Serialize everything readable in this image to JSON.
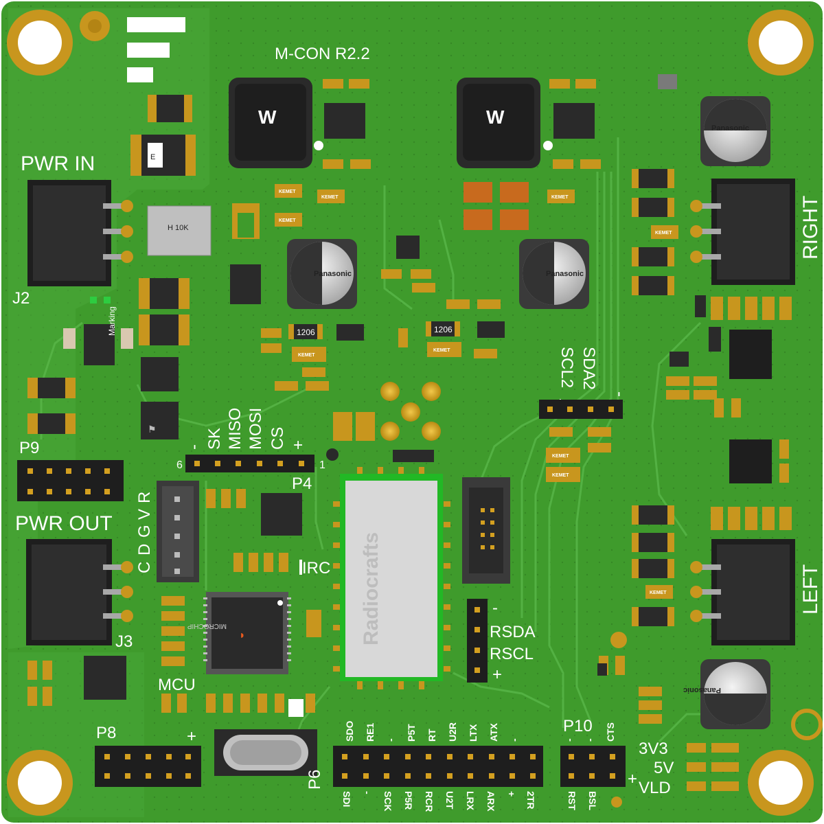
{
  "board": {
    "title": "M-CON R2.2",
    "colors": {
      "soldermask": "#3f9b2c",
      "copper_pour": "#4aa83a",
      "silkscreen": "#ffffff",
      "gold_pad": "#d4a020",
      "component_black": "#2a2a2a",
      "kemet_cap": "#c8961e",
      "module_frame": "#22b825",
      "module_body": "#d8d8d8"
    },
    "icons": [
      "logo-icon",
      "we-logo-icon",
      "microchip-logo-icon",
      "ti-logo-icon"
    ]
  },
  "connectors": {
    "j2": {
      "title": "PWR IN",
      "ref": "J2"
    },
    "j3": {
      "title": "PWR OUT",
      "ref": "J3"
    },
    "right": {
      "title": "RIGHT"
    },
    "left": {
      "title": "LEFT"
    },
    "p9": {
      "ref": "P9"
    },
    "p8": {
      "ref": "P8",
      "plus": "+"
    },
    "p4": {
      "ref": "P4",
      "pin_first": "6",
      "pin_last": "1",
      "pins": [
        "-",
        "SK",
        "MISO",
        "MOSI",
        "CS",
        "+"
      ]
    },
    "servo": {
      "pins": [
        "C",
        "D",
        "G",
        "V",
        "R"
      ]
    },
    "irc": {
      "label": "IRC"
    },
    "rs": {
      "pins": [
        "-",
        "RSDA",
        "RSCL",
        "+"
      ]
    },
    "scl2": {
      "pins": [
        "+",
        "SCL2",
        "SDA2",
        "-"
      ]
    },
    "p6": {
      "ref": "P6",
      "top": [
        "SDO",
        "RE1",
        "-",
        "P5T",
        "RT",
        "U2R",
        "LTX",
        "ATX",
        "-"
      ],
      "bottom": [
        "SDI",
        "-",
        "SCK",
        "P5R",
        "RCR",
        "U2T",
        "LRX",
        "ARX",
        "+",
        "2TR"
      ]
    },
    "p10": {
      "ref": "P10",
      "top": [
        "-",
        "-",
        "CTS"
      ],
      "bottom": [
        "RST",
        "BSL"
      ],
      "plus": "+"
    }
  },
  "labels": {
    "mcu": "MCU",
    "marking": "Marking",
    "pwr_leds": [
      "3V3",
      "5V",
      "VLD"
    ],
    "resistor_code": "1206",
    "inductor_code": "E",
    "ferrite_code": "H 10K"
  },
  "components": {
    "cap_brand": "Panasonic",
    "tantalum_brand": "KEMET",
    "radio_brand": "Radiocrafts",
    "mcu_brand": "MICROCHIP"
  }
}
